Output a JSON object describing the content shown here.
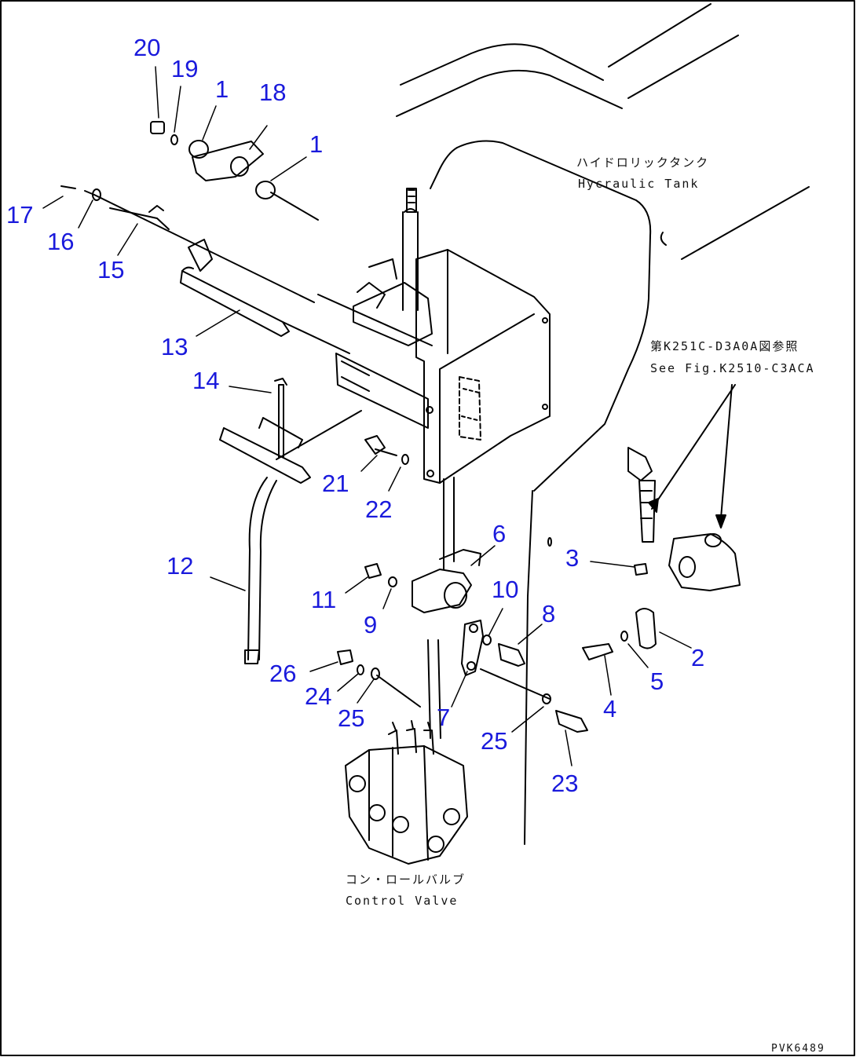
{
  "callouts": {
    "p20": "20",
    "p19": "19",
    "p1a": "1",
    "p18": "18",
    "p1b": "1",
    "p17": "17",
    "p16": "16",
    "p15": "15",
    "p13": "13",
    "p14": "14",
    "p21": "21",
    "p22": "22",
    "p12": "12",
    "p6": "6",
    "p3": "3",
    "p11": "11",
    "p9": "9",
    "p10": "10",
    "p8": "8",
    "p2": "2",
    "p26": "26",
    "p24": "24",
    "p25a": "25",
    "p7": "7",
    "p25b": "25",
    "p4": "4",
    "p5": "5",
    "p23": "23"
  },
  "notes": {
    "tank_jp": "ハイドロリックタンク",
    "tank_en": "Hycraulic Tank",
    "ref_jp": "第K251C-D3A0A図参照",
    "ref_en": "See Fig.K2510-C3ACA",
    "valve_jp": "コン・ロールバルブ",
    "valve_en": "Control Valve"
  },
  "drawing_code": "PVK6489",
  "colors": {
    "callout": "#1a1adc",
    "line": "#000000"
  }
}
